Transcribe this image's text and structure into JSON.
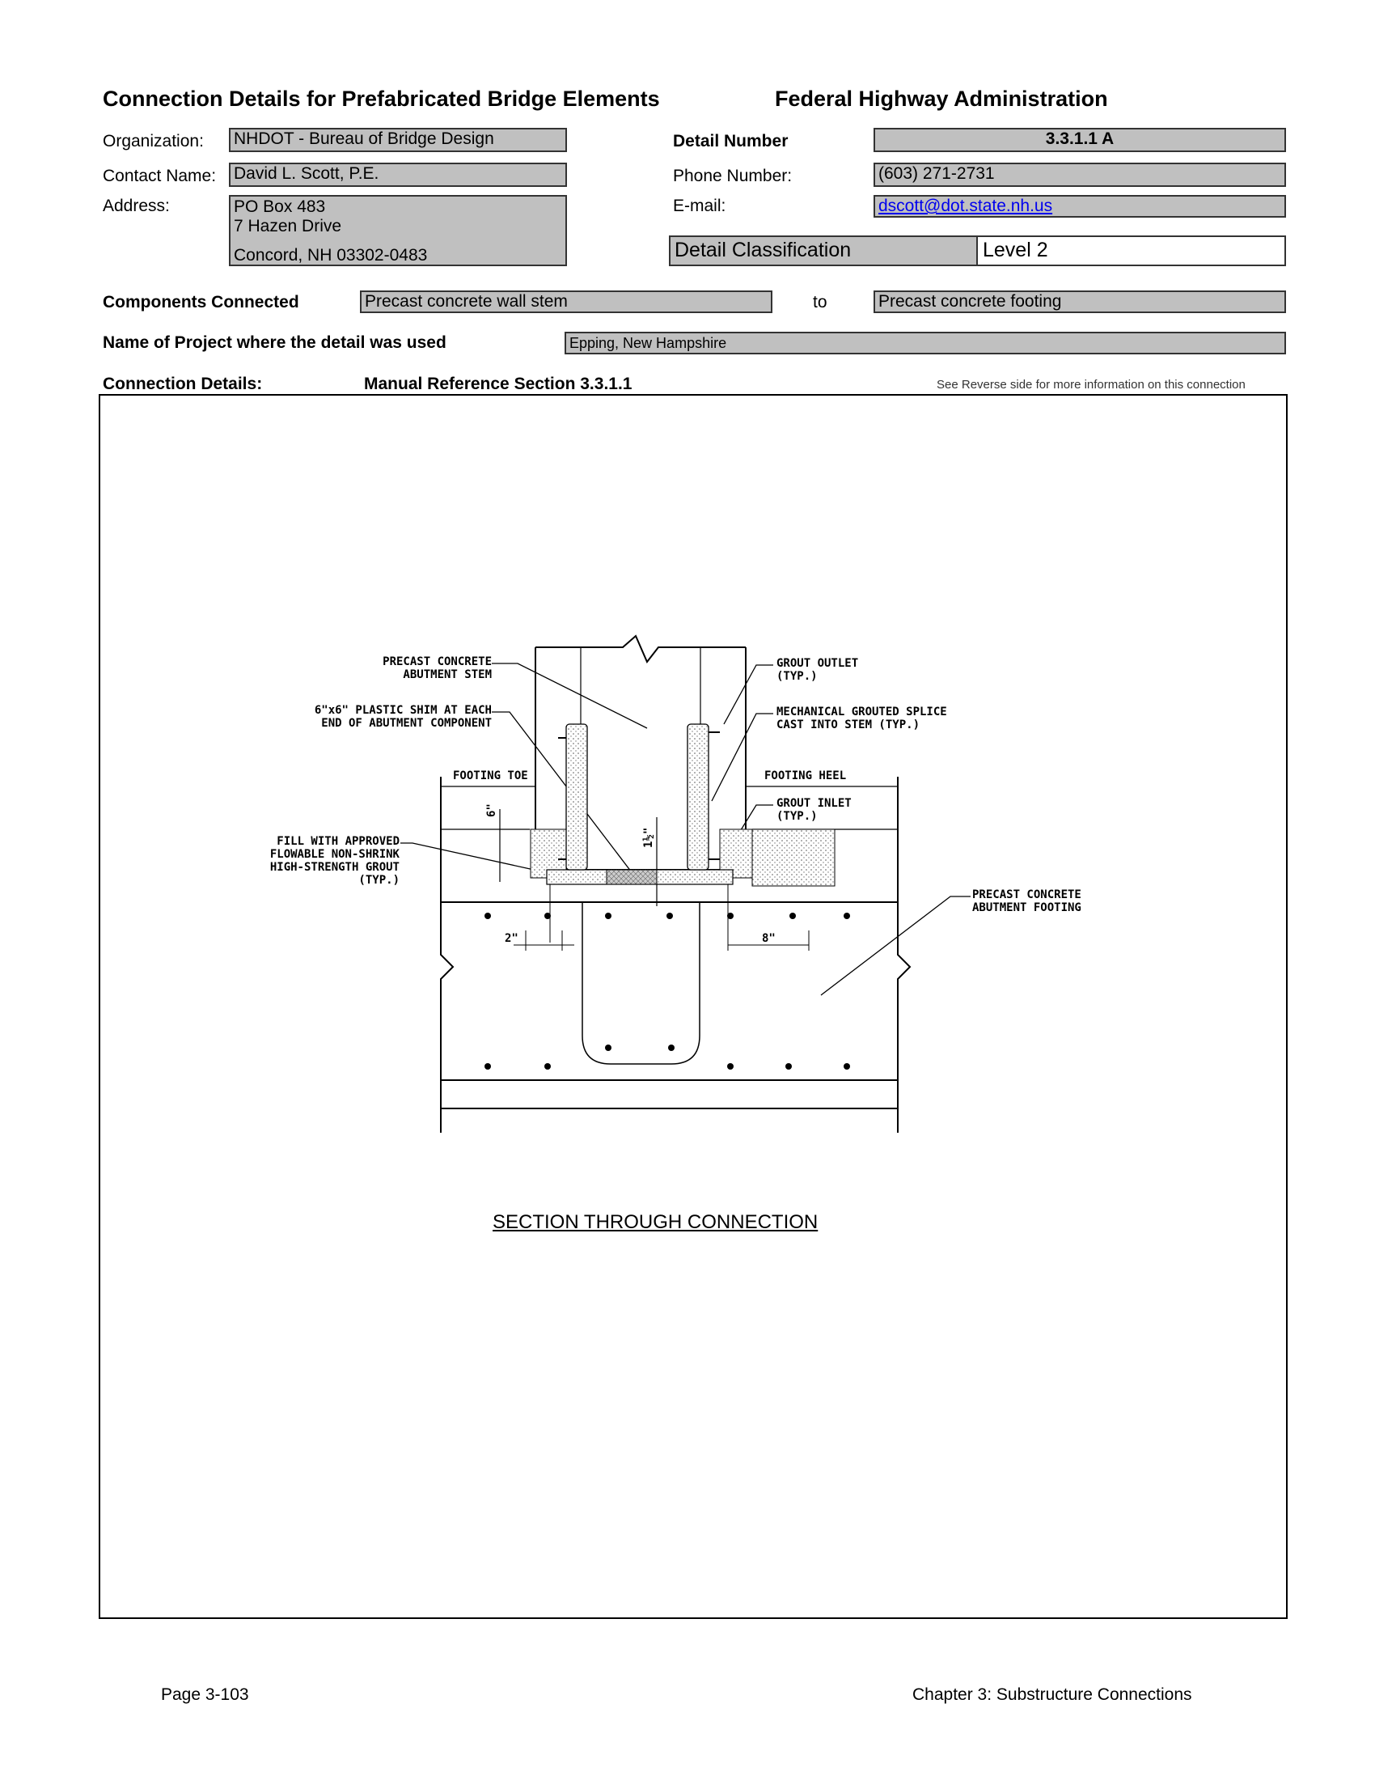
{
  "header": {
    "doc_title": "Connection Details for Prefabricated Bridge Elements",
    "agency": "Federal Highway Administration"
  },
  "info": {
    "organization_label": "Organization:",
    "organization": "NHDOT - Bureau of Bridge Design",
    "contact_label": "Contact Name:",
    "contact": "David L. Scott, P.E.",
    "address_label": "Address:",
    "address_line1": "PO Box 483",
    "address_line2": "7 Hazen Drive",
    "address_line3": "Concord, NH 03302-0483",
    "detail_number_label": "Detail Number",
    "detail_number": "3.3.1.1 A",
    "phone_label": "Phone Number:",
    "phone": "(603) 271-2731",
    "email_label": "E-mail:",
    "email": "dscott@dot.state.nh.us",
    "classification_label": "Detail Classification",
    "classification": "Level 2"
  },
  "components": {
    "label": "Components Connected",
    "from": "Precast concrete wall stem",
    "to_label": "to",
    "to": "Precast concrete footing"
  },
  "project": {
    "label": "Name of Project where the detail was used",
    "value": "Epping, New Hampshire"
  },
  "connection": {
    "label": "Connection Details:",
    "manual_ref": "Manual Reference Section 3.3.1.1",
    "reverse_note": "See Reverse side for more information on this connection"
  },
  "drawing": {
    "callouts": {
      "stem_1": "PRECAST CONCRETE",
      "stem_2": "ABUTMENT STEM",
      "shim_1": "6\"x6\" PLASTIC SHIM AT EACH",
      "shim_2": "END OF ABUTMENT COMPONENT",
      "toe": "FOOTING TOE",
      "heel": "FOOTING HEEL",
      "fill_1": "FILL WITH APPROVED",
      "fill_2": "FLOWABLE NON-SHRINK",
      "fill_3": "HIGH-STRENGTH GROUT",
      "fill_4": "(TYP.)",
      "outlet_1": "GROUT OUTLET",
      "outlet_2": "(TYP.)",
      "splice_1": "MECHANICAL GROUTED SPLICE",
      "splice_2": "CAST INTO STEM (TYP.)",
      "inlet_1": "GROUT INLET",
      "inlet_2": "(TYP.)",
      "footing_1": "PRECAST CONCRETE",
      "footing_2": "ABUTMENT FOOTING",
      "dim_6": "6\"",
      "dim_1half": "1½\"",
      "dim_2": "2\"",
      "dim_8": "8\""
    },
    "caption": "SECTION THROUGH CONNECTION"
  },
  "footer": {
    "page": "Page 3-103",
    "chapter": "Chapter 3: Substructure Connections"
  }
}
